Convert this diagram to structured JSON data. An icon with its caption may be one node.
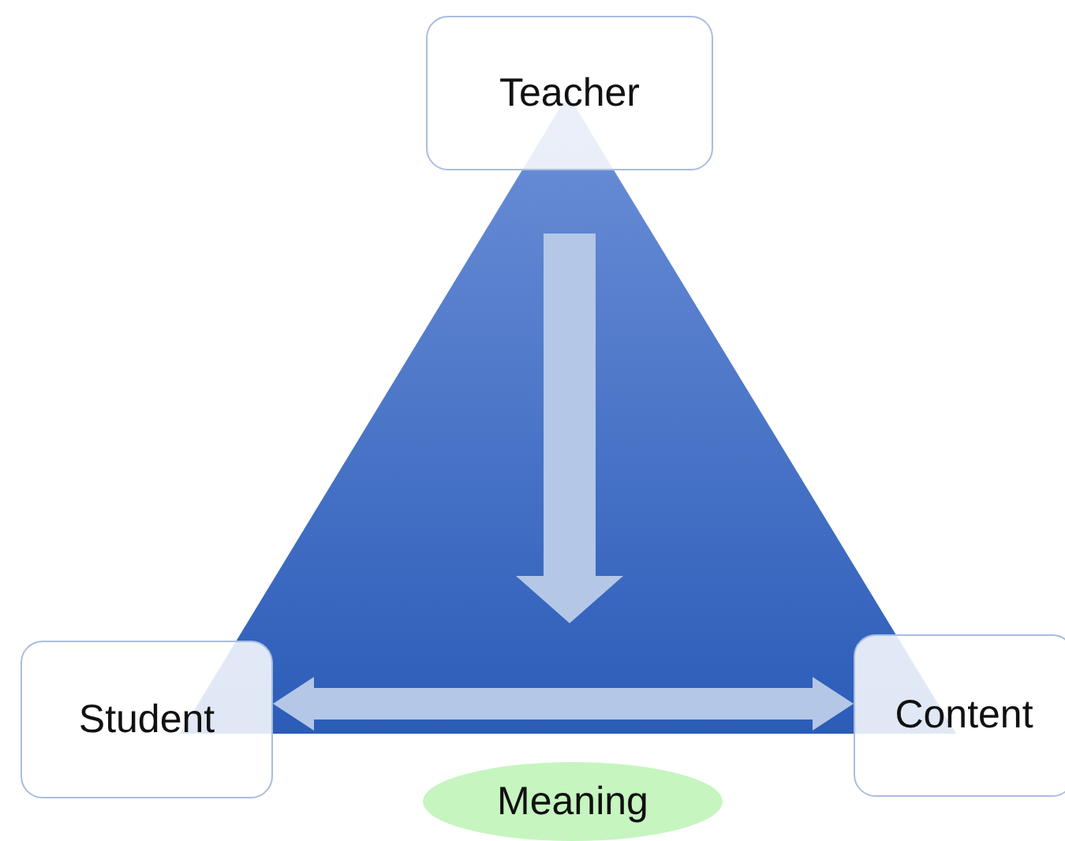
{
  "diagram": {
    "nodes": [
      {
        "text": [
          "Teacher"
        ]
      },
      {
        "text": [
          "Student"
        ]
      },
      {
        "text": [
          "Content"
        ]
      },
      {
        "text": [
          "Meaning"
        ]
      }
    ],
    "edges": [
      {
        "from": 0,
        "to": 3,
        "arrow": "to"
      },
      {
        "from": 1,
        "to": 2,
        "arrow": "both"
      }
    ]
  }
}
